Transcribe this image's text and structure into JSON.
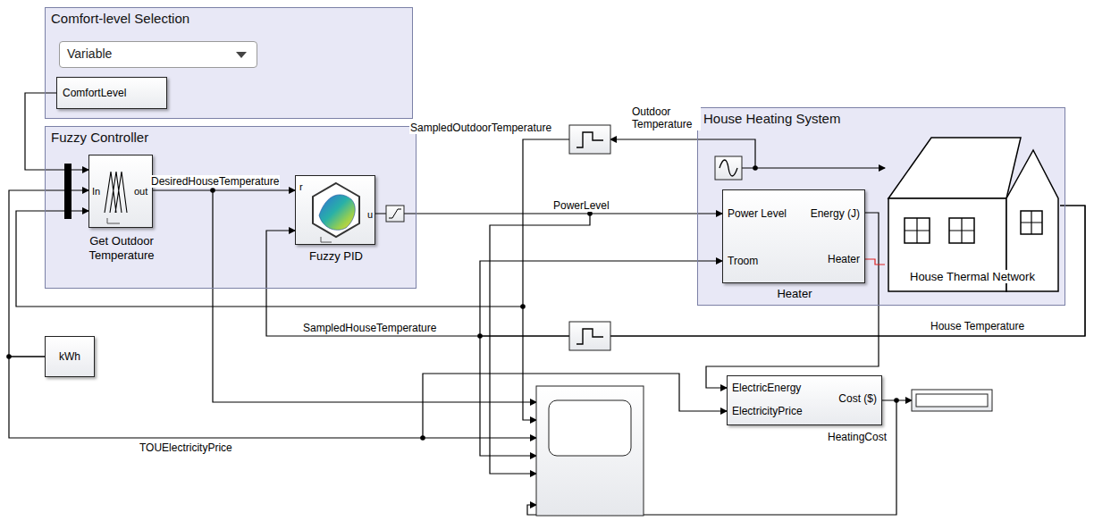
{
  "diagram": {
    "nodes": [
      {
        "text": [
          "Comfort-level Selection"
        ]
      },
      {
        "text": [
          "Variable"
        ],
        "in": 0
      },
      {
        "text": [
          "ComfortLevel"
        ],
        "in": 0
      },
      {
        "text": [
          "Fuzzy Controller"
        ]
      },
      {
        "text": [
          "In",
          "out",
          "Get Outdoor Temperature"
        ],
        "in": 3
      },
      {
        "text": [
          "r",
          "u",
          "Fuzzy PID"
        ],
        "in": 3
      },
      {
        "text": [
          "House Heating System"
        ]
      },
      {
        "text": [
          "Power Level",
          "Energy (J)",
          "Troom",
          "Heater",
          "Heater"
        ],
        "in": 6
      },
      {
        "text": [
          "House Thermal Network"
        ],
        "in": 6
      },
      {
        "text": [
          "kWh"
        ]
      },
      {
        "text": [
          "ElectricEnergy",
          "ElectricityPrice",
          "Cost ($)"
        ]
      }
    ],
    "edges": [
      {
        "from": 2,
        "to": 4,
        "arrow": "to"
      },
      {
        "from": 9,
        "to": 4,
        "arrow": "to"
      },
      {
        "from": 4,
        "to": 5,
        "label": "DesiredHouseTemperature",
        "arrow": "to"
      },
      {
        "from": 5,
        "to": 7,
        "label": "PowerLevel",
        "arrow": "to"
      },
      {
        "from": 8,
        "to": 5,
        "label": "SampledHouseTemperature",
        "arrow": "to"
      },
      {
        "from": 8,
        "to": 7,
        "arrow": "to"
      },
      {
        "from": 7,
        "to": 10,
        "arrow": "to"
      },
      {
        "from": 9,
        "to": 10,
        "label": "TOUElectricityPrice",
        "arrow": "to"
      },
      {
        "from": 7,
        "to": 8,
        "arrow": "none"
      }
    ],
    "labels": [
      "SampledOutdoorTemperature",
      "Outdoor Temperature",
      "House Temperature",
      "HeatingCost"
    ]
  }
}
